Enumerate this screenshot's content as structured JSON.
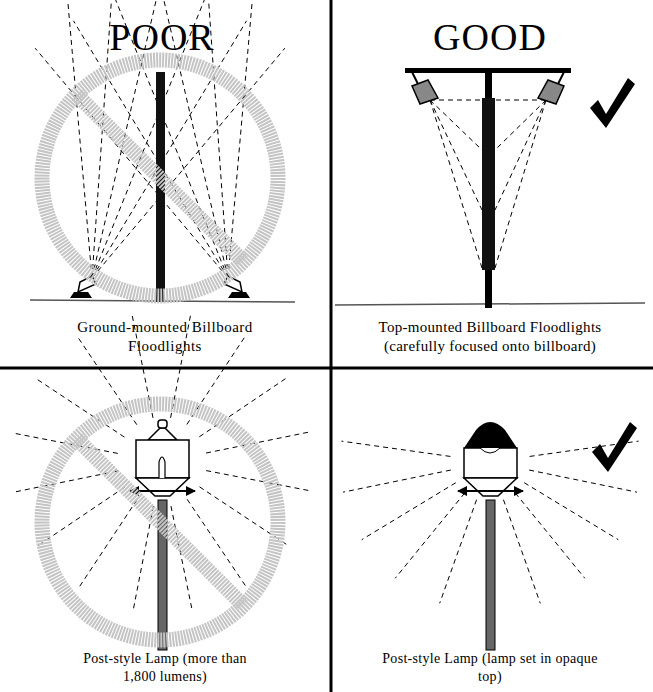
{
  "diagram": {
    "labels": [
      "POOR",
      "GOOD",
      "Ground-mounted Billboard Floodlights",
      "Top-mounted Billboard Floodlights (carefully focused onto billboard)",
      "Post-style Lamp (more than 1,800 lumens)",
      "Post-style Lamp (lamp set in opaque top)"
    ]
  }
}
